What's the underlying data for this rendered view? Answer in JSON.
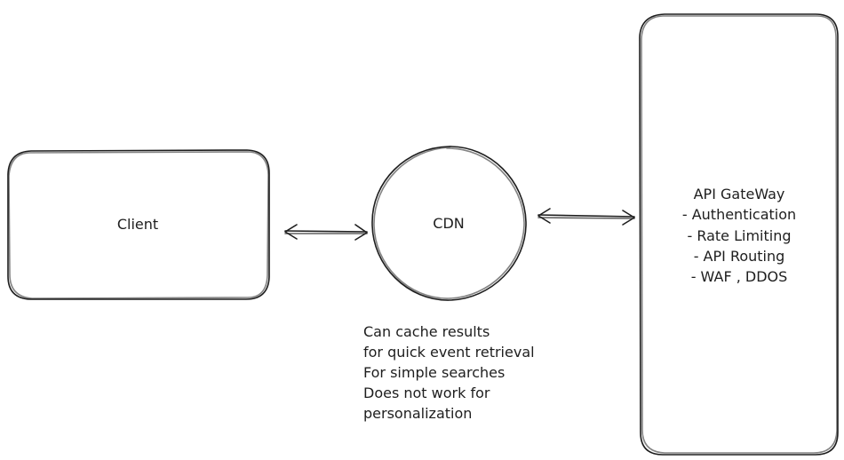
{
  "nodes": {
    "client": {
      "label": "Client"
    },
    "cdn": {
      "label": "CDN"
    },
    "gateway": {
      "lines": [
        "API GateWay",
        "- Authentication",
        "- Rate Limiting",
        "- API Routing",
        "- WAF , DDOS"
      ]
    }
  },
  "notes": {
    "cdn_note": [
      "Can cache results",
      "for quick event retrieval",
      "For simple searches",
      "Does not work for",
      "personalization"
    ]
  }
}
